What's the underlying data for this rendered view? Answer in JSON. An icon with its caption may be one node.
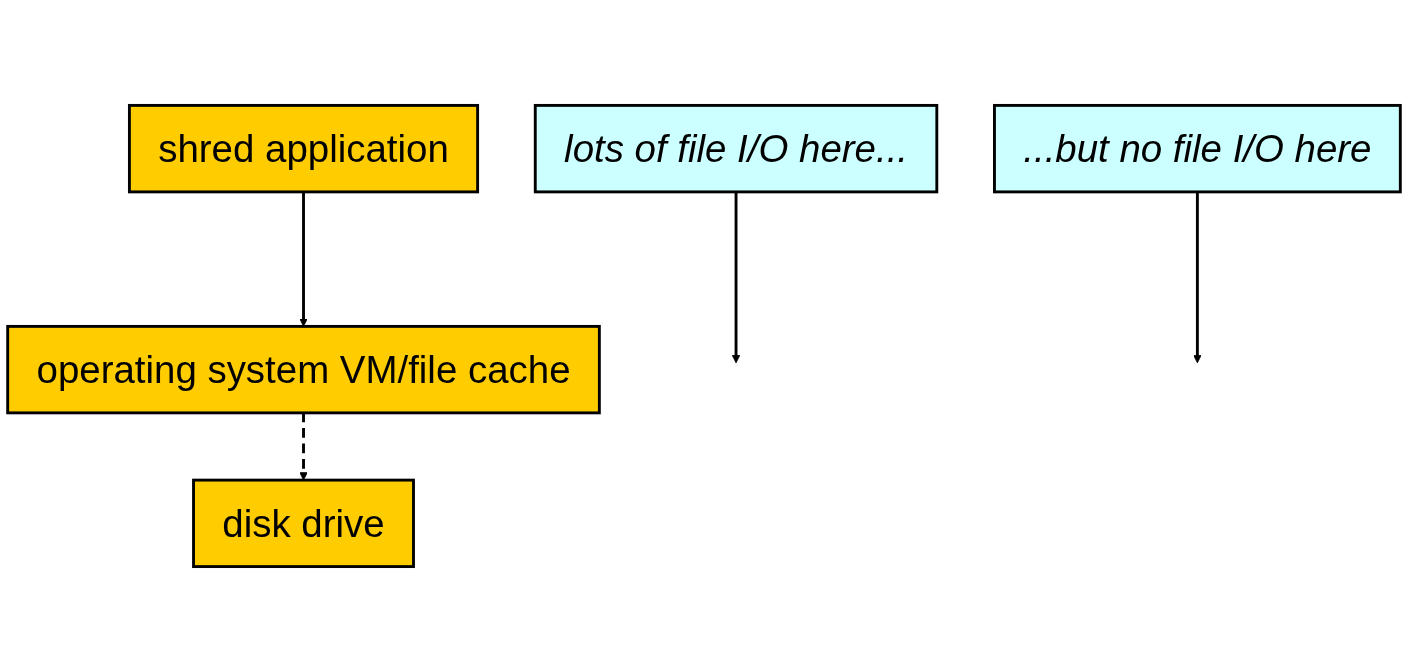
{
  "diagram": {
    "nodes": [
      {
        "text": [
          "shred application"
        ]
      },
      {
        "text": [
          "operating system VM/file cache"
        ]
      },
      {
        "text": [
          "disk drive"
        ]
      },
      {
        "text": [
          "lots of file I/O here..."
        ]
      },
      {
        "text": [
          "...but no file I/O here"
        ]
      }
    ],
    "edges": [
      {
        "from": 0,
        "to": 1,
        "arrow": "to"
      },
      {
        "from": 1,
        "to": 2,
        "arrow": "to",
        "style": "dashed"
      },
      {
        "from": 3,
        "to": null,
        "arrow": "to"
      },
      {
        "from": 4,
        "to": null,
        "arrow": "to"
      }
    ]
  }
}
